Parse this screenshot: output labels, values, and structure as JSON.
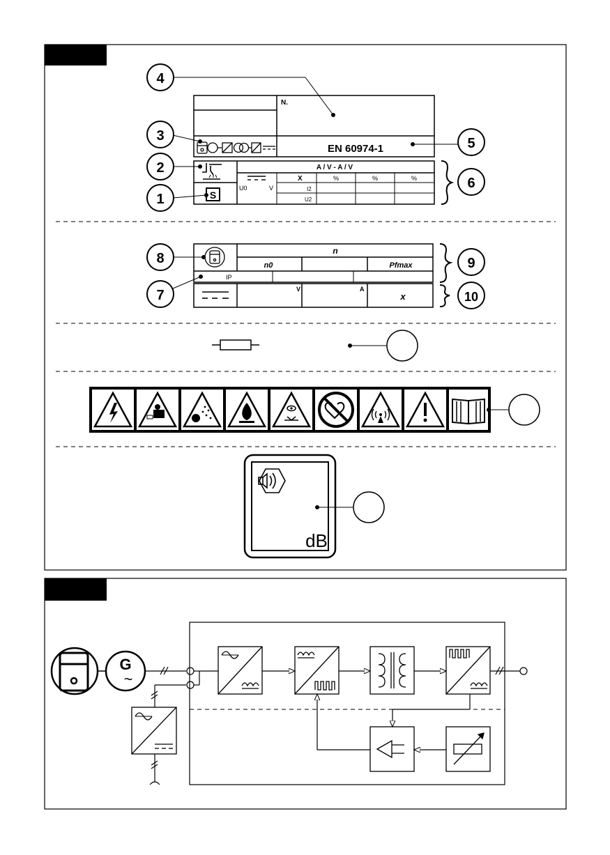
{
  "callouts": {
    "c1": "1",
    "c2": "2",
    "c3": "3",
    "c4": "4",
    "c5": "5",
    "c6": "6",
    "c7": "7",
    "c8": "8",
    "c9": "9",
    "c10": "10",
    "c_fuse": "",
    "c_warning": "",
    "c_noise": ""
  },
  "plate": {
    "serial_prefix": "N.",
    "standard": "EN 60974-1",
    "current_voltage_header": "A / V  -  A / V",
    "duty_x": "X",
    "pct1": "%",
    "pct2": "%",
    "pct3": "%",
    "u0": "U0",
    "u0_unit": "V",
    "i2": "I2",
    "u2": "U2",
    "power_n": "n",
    "n0": "n0",
    "pfmax": "Pfmax",
    "ip": "IP",
    "aux_v": "V",
    "aux_a": "A",
    "aux_x": "x"
  },
  "noise_label": "dB",
  "generator_label": "G",
  "generator_tilde": "~",
  "icons": {
    "welding_torch": "welding-torch-icon",
    "safety_s": "s-safety-icon",
    "engine": "engine-icon",
    "dc": "dc-icon",
    "fuse": "fuse-icon",
    "warnings": [
      "electric-shock-warning-icon",
      "moving-parts-warning-icon",
      "hot-sparks-warning-icon",
      "fire-warning-icon",
      "eye-radiation-warning-icon",
      "no-pacemaker-icon",
      "radio-emission-warning-icon",
      "general-warning-icon",
      "read-manual-icon"
    ],
    "noise": "noise-speaker-icon",
    "block_diagram": [
      "engine-block-icon",
      "generator-block-icon",
      "ac-dc-rectifier-block",
      "dc-hf-inverter-block",
      "transformer-block",
      "hf-rectifier-block",
      "aux-dc-converter-block",
      "comparator-block",
      "regulator-block"
    ]
  }
}
